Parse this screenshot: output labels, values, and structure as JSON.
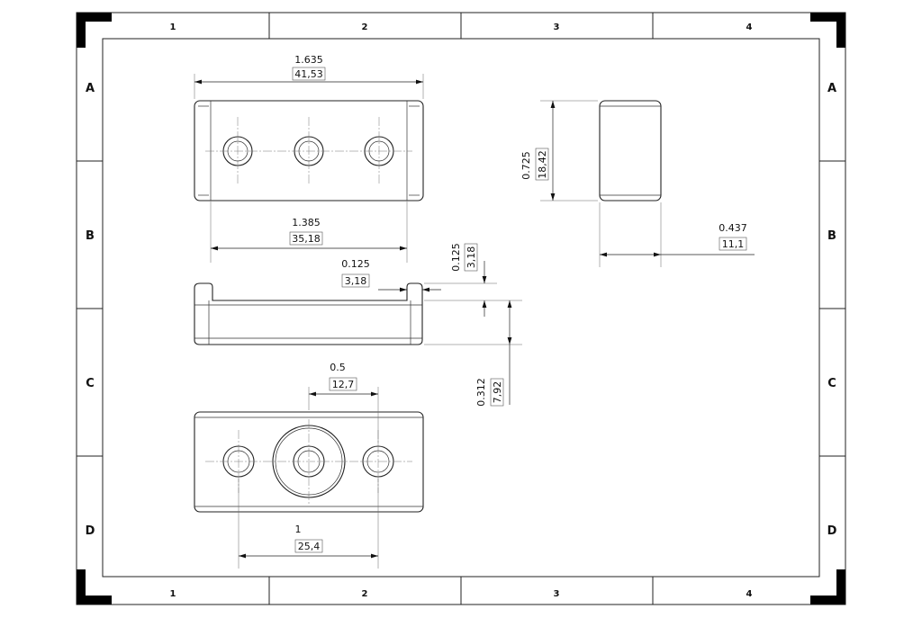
{
  "frame": {
    "columns": [
      "1",
      "2",
      "3",
      "4"
    ],
    "rows": [
      "A",
      "B",
      "C",
      "D"
    ]
  },
  "dimensions": {
    "top_width": {
      "inch": "1.635",
      "mm": "41,53"
    },
    "top_inner_width": {
      "inch": "1.385",
      "mm": "35,18"
    },
    "side_height": {
      "inch": "0.725",
      "mm": "18,42"
    },
    "side_width": {
      "inch": "0.437",
      "mm": "11,1"
    },
    "lip_width": {
      "inch": "0.125",
      "mm": "3,18"
    },
    "lip_height": {
      "inch": "0.125",
      "mm": "3,18"
    },
    "front_height": {
      "inch": "0.312",
      "mm": "7,92"
    },
    "boss_spacing": {
      "inch": "0.5",
      "mm": "12,7"
    },
    "hole_spacing": {
      "inch": "1",
      "mm": "25,4"
    }
  }
}
